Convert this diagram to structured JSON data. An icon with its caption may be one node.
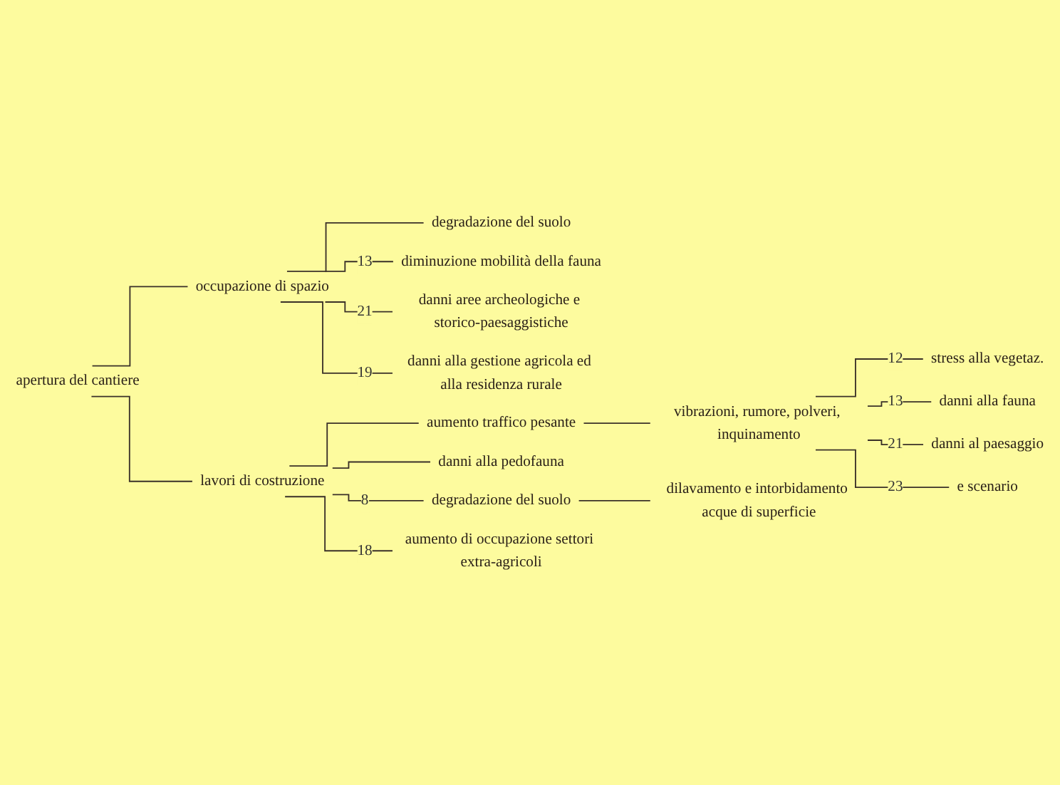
{
  "diagram": {
    "nodes": [
      {
        "text": [
          "apertura del cantiere"
        ]
      },
      {
        "text": [
          "occupazione di spazio"
        ]
      },
      {
        "text": [
          "lavori di costruzione"
        ]
      },
      {
        "text": [
          "degradazione del suolo"
        ]
      },
      {
        "text": [
          "diminuzione mobilità della fauna"
        ]
      },
      {
        "text": [
          "danni aree archeologiche e storico-paesaggistiche"
        ]
      },
      {
        "text": [
          "danni alla gestione agricola ed alla residenza rurale"
        ]
      },
      {
        "text": [
          "aumento traffico pesante"
        ]
      },
      {
        "text": [
          "vibrazioni, rumore, polveri, inquinamento"
        ]
      },
      {
        "text": [
          "stress alla vegetaz."
        ]
      },
      {
        "text": [
          "danni alla fauna"
        ]
      },
      {
        "text": [
          "danni al paesaggio"
        ]
      },
      {
        "text": [
          "e scenario"
        ]
      },
      {
        "text": [
          "danni alla pedofauna"
        ]
      },
      {
        "text": [
          "degradazione del suolo"
        ]
      },
      {
        "text": [
          "dilavamento e intorbidamento acque di superficie"
        ]
      },
      {
        "text": [
          "aumento di occupazione settori extra-agricoli"
        ]
      }
    ],
    "edges": [
      {
        "from": 0,
        "to": 1,
        "arrow": "none"
      },
      {
        "from": 0,
        "to": 2,
        "arrow": "none"
      },
      {
        "from": 1,
        "to": 3,
        "arrow": "none"
      },
      {
        "from": 1,
        "to": 4,
        "label": "13",
        "arrow": "none"
      },
      {
        "from": 1,
        "to": 5,
        "label": "21",
        "arrow": "none"
      },
      {
        "from": 1,
        "to": 6,
        "label": "19",
        "arrow": "none"
      },
      {
        "from": 2,
        "to": 7,
        "arrow": "none"
      },
      {
        "from": 7,
        "to": 8,
        "arrow": "none"
      },
      {
        "from": 8,
        "to": 9,
        "label": "12",
        "arrow": "none"
      },
      {
        "from": 8,
        "to": 10,
        "label": "13",
        "arrow": "none"
      },
      {
        "from": 8,
        "to": 11,
        "label": "21",
        "arrow": "none"
      },
      {
        "from": 8,
        "to": 12,
        "label": "23",
        "arrow": "none"
      },
      {
        "from": 2,
        "to": 13,
        "arrow": "none"
      },
      {
        "from": 2,
        "to": 14,
        "label": "8",
        "arrow": "none"
      },
      {
        "from": 14,
        "to": 15,
        "arrow": "none"
      },
      {
        "from": 2,
        "to": 16,
        "label": "18",
        "arrow": "none"
      }
    ]
  }
}
